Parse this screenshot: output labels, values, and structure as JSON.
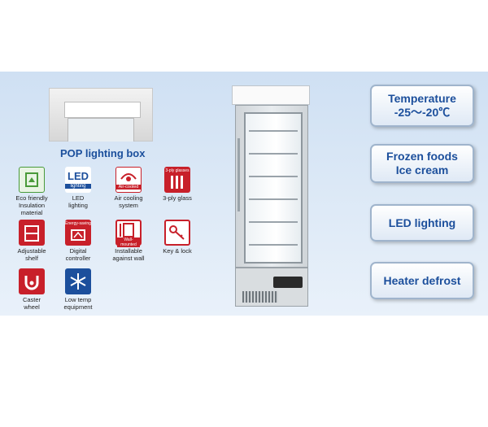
{
  "pop": {
    "title": "POP lighting box"
  },
  "features": [
    {
      "icon": "eco-friendly-icon",
      "label": "Eco friendly\nInsulation\nmaterial"
    },
    {
      "icon": "led-icon",
      "icon_text": "LED",
      "icon_subtext": "lighting",
      "label": "LED\nlighting"
    },
    {
      "icon": "air-cooling-icon",
      "icon_text": "Air-cooled",
      "label": "Air cooling\nsystem"
    },
    {
      "icon": "glass-icon",
      "icon_text": "3-ply glasses",
      "label": "3-ply glass"
    },
    {
      "icon": "adjustable-shelf-icon",
      "label": "Adjustable\nshelf"
    },
    {
      "icon": "digital-controller-icon",
      "icon_text": "Energy-saving",
      "label": "Digital\ncontroller"
    },
    {
      "icon": "wall-install-icon",
      "icon_text": "Wall-mounted",
      "label": "Installable\nagainst wall"
    },
    {
      "icon": "key-icon",
      "label": "Key & lock"
    },
    {
      "icon": "caster-wheel-icon",
      "label": "Caster\nwheel"
    },
    {
      "icon": "snowflake-icon",
      "label": "Low temp\nequipment"
    }
  ],
  "specs": [
    {
      "line1": "Temperature",
      "line2": "-25～-20℃"
    },
    {
      "line1": "Frozen foods",
      "line2": "Ice cream"
    },
    {
      "line1": "LED lighting",
      "line2": ""
    },
    {
      "line1": "Heater defrost",
      "line2": ""
    }
  ],
  "colors": {
    "brand_blue": "#1c4f9c",
    "accent_red": "#c8202a",
    "banner": "#d4e3f4"
  }
}
